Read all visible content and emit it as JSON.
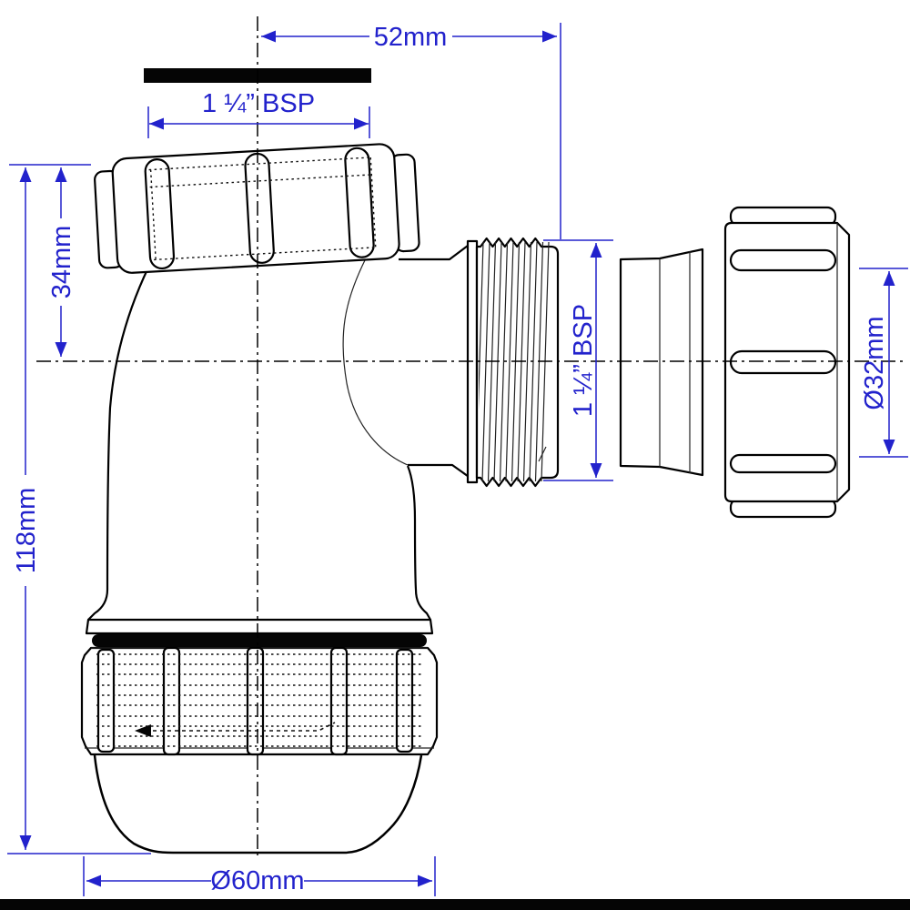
{
  "diagram": {
    "labels": {
      "top_width": "52mm",
      "inlet_thread": "1 ¼” BSP",
      "inlet_depth": "34mm",
      "overall_height": "118mm",
      "outlet_thread": "1 ¼” BSP",
      "outlet_pipe_diameter": "Ø32mm",
      "cup_diameter": "Ø60mm"
    },
    "colors": {
      "dimension": "#2222cc",
      "outline": "#000000",
      "background": "#ffffff"
    }
  }
}
